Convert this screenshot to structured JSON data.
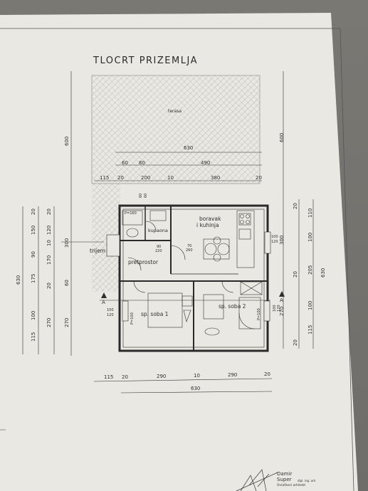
{
  "title": "TLOCRT PRIZEMLJA",
  "rooms": {
    "terasa": "terasa",
    "boravak": "boravak",
    "kuhinja": "i kuhinja",
    "kupaona": "kupaona",
    "trijem": "trijem",
    "pretprostor": "pretprostor",
    "soba1": "sp. soba 1",
    "soba2": "sp. soba 2"
  },
  "door_labels": {
    "p160": "P=160",
    "p100_left": "P=100",
    "p100_right": "P=100",
    "d90_220": [
      "90",
      "220"
    ],
    "d70_260": [
      "70",
      "260"
    ],
    "d100_120_right": [
      "100",
      "120"
    ],
    "d100_120_left": [
      "100",
      "120"
    ],
    "d100_120_far": [
      "100",
      "120"
    ],
    "d60_60": [
      "60",
      "60"
    ]
  },
  "top_dims": {
    "d630": "630",
    "d60": "60",
    "d80": "80",
    "d490": "490",
    "row": [
      "115",
      "20",
      "200",
      "10",
      "380",
      "20"
    ]
  },
  "bottom_dims": {
    "row": [
      "115",
      "20",
      "290",
      "10",
      "290",
      "20"
    ],
    "total": "630"
  },
  "left_dims": {
    "col1": [
      "20",
      "120",
      "10",
      "90",
      "175",
      "20",
      "100",
      "115",
      "20"
    ],
    "col1_total": "630",
    "col2": [
      "150",
      "170",
      "60",
      "270"
    ],
    "col3": [
      "600",
      "300",
      "270"
    ]
  },
  "right_dims": {
    "col1": [
      "600",
      "300",
      "270"
    ],
    "col2": [
      "20",
      "110",
      "100",
      "205",
      "20",
      "100",
      "115",
      "20"
    ],
    "col3": [
      "630"
    ]
  },
  "markers": {
    "a": "A"
  },
  "signature": {
    "name1": "Damir",
    "name2": "Super",
    "line1": "dipl. ing. arh.",
    "line2": "Ovlašteni arhitekt"
  },
  "colors": {
    "paper": "#e9e8e2",
    "ink": "#2e2e2e",
    "background": "#6f6d69"
  }
}
